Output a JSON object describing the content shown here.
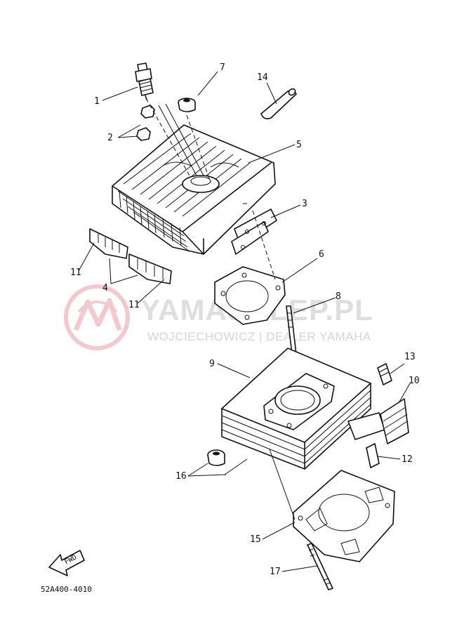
{
  "diagram": {
    "part_code": "52A400-4010",
    "fwd_label": "FWD",
    "callouts": {
      "c1": "1",
      "c2": "2",
      "c3": "3",
      "c4": "4",
      "c5": "5",
      "c6": "6",
      "c7": "7",
      "c8": "8",
      "c9": "9",
      "c10": "10",
      "c11a": "11",
      "c11b": "11",
      "c12": "12",
      "c13": "13",
      "c14": "14",
      "c15": "15",
      "c16": "16",
      "c17": "17"
    }
  },
  "watermark": {
    "brand": "YAMASKLEP.PL",
    "dealer": "WOJCIECHOWICZ | DEALER YAMAHA"
  },
  "colors": {
    "line": "#111111",
    "watermark": "#e8a0a6"
  }
}
